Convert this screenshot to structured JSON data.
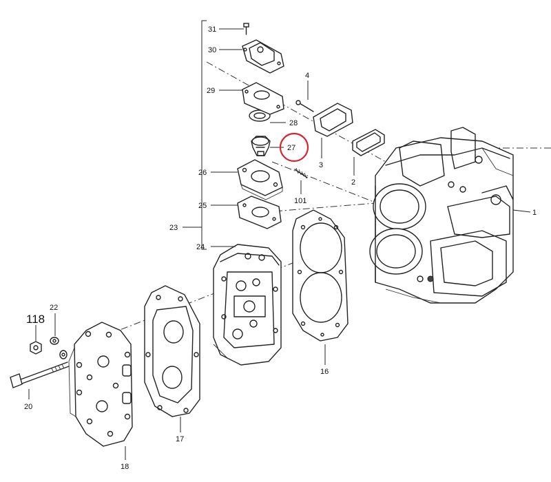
{
  "diagram": {
    "labels": {
      "p1": "1",
      "p2": "2",
      "p3": "3",
      "p4": "4",
      "p16": "16",
      "p17": "17",
      "p18": "18",
      "p20": "20",
      "p22": "22",
      "p23": "23",
      "p24": "24",
      "p25": "25",
      "p26": "26",
      "p27": "27",
      "p28": "28",
      "p29": "29",
      "p30": "30",
      "p31": "31",
      "p101": "101",
      "p118": "118"
    },
    "highlighted_part": "27",
    "highlight_color": "#d9232a"
  }
}
